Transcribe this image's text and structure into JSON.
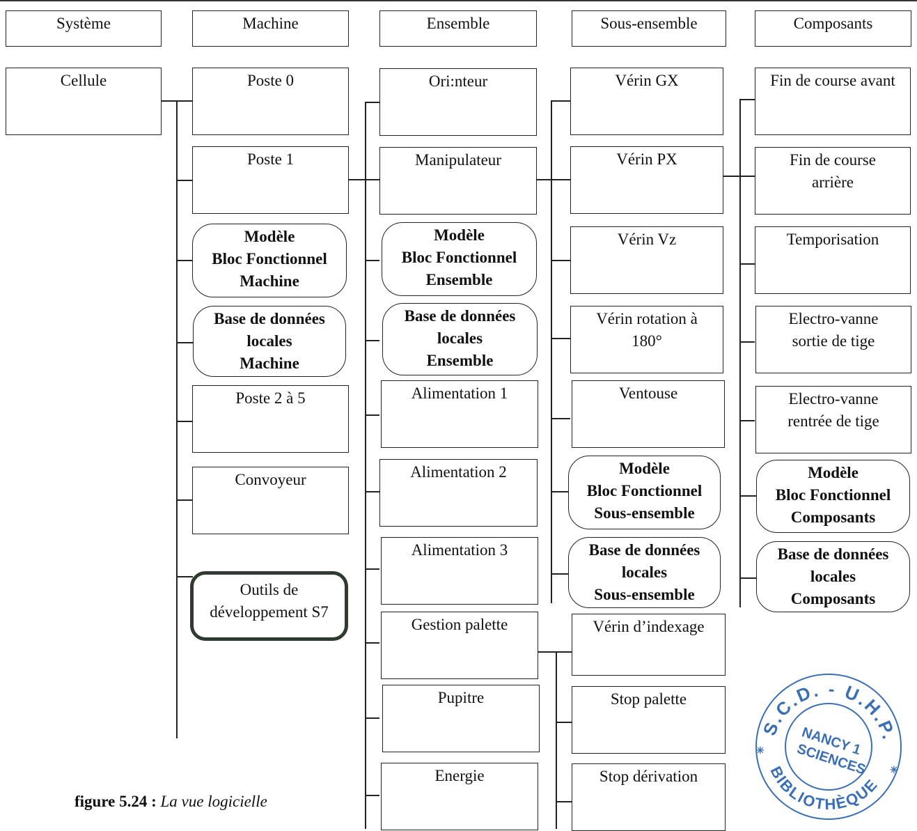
{
  "headers": {
    "systeme": "Système",
    "machine": "Machine",
    "ensemble": "Ensemble",
    "sous_ensemble": "Sous-ensemble",
    "composants": "Composants"
  },
  "systeme": {
    "cellule": "Cellule"
  },
  "machine": {
    "poste0": "Poste 0",
    "poste1": "Poste 1",
    "modele": [
      "Modèle",
      "Bloc Fonctionnel",
      "Machine"
    ],
    "bdd": [
      "Base de données",
      "locales",
      "Machine"
    ],
    "poste2a5": "Poste 2 à 5",
    "convoyeur": "Convoyeur",
    "outils": [
      "Outils de",
      "développement S7"
    ]
  },
  "ensemble": {
    "orienteur": "Ori:nteur",
    "manipulateur": "Manipulateur",
    "modele": [
      "Modèle",
      "Bloc Fonctionnel",
      "Ensemble"
    ],
    "bdd": [
      "Base de données",
      "locales",
      "Ensemble"
    ],
    "alim1": "Alimentation 1",
    "alim2": "Alimentation 2",
    "alim3": "Alimentation 3",
    "gestion_palette": "Gestion palette",
    "pupitre": "Pupitre",
    "energie": "Energie"
  },
  "sous_ensemble": {
    "verin_gx": "Vérin GX",
    "verin_px": "Vérin PX",
    "verin_vz": "Vérin Vz",
    "verin_rotation": [
      "Vérin rotation à",
      "180°"
    ],
    "ventouse": "Ventouse",
    "modele": [
      "Modèle",
      "Bloc Fonctionnel",
      "Sous-ensemble"
    ],
    "bdd": [
      "Base de données",
      "locales",
      "Sous-ensemble"
    ],
    "verin_indexage": "Vérin d’indexage",
    "stop_palette": "Stop palette",
    "stop_derivation": "Stop dérivation"
  },
  "composants": {
    "fin_course_avant": "Fin de course avant",
    "fin_course_arriere": [
      "Fin de course",
      "arrière"
    ],
    "temporisation": "Temporisation",
    "ev_sortie": [
      "Electro-vanne",
      "sortie de tige"
    ],
    "ev_rentree": [
      "Electro-vanne",
      "rentrée de tige"
    ],
    "modele": [
      "Modèle",
      "Bloc Fonctionnel",
      "Composants"
    ],
    "bdd": [
      "Base de données",
      "locales",
      "Composants"
    ]
  },
  "caption": {
    "number": "figure 5.24 :",
    "title": "La vue logicielle"
  },
  "stamp": {
    "top": "S.C.D. - U.H.P.",
    "center": [
      "NANCY 1",
      "SCIENCES"
    ],
    "bottom": "BIBLIOTHÈQUE",
    "color": "#3a6fb5"
  }
}
